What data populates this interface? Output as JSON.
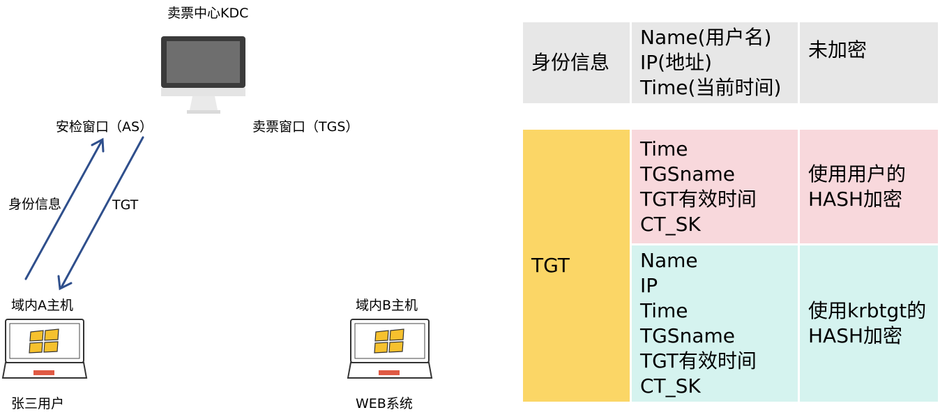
{
  "diagram": {
    "kdc_label": "卖票中心KDC",
    "as_label": "安检窗口（AS）",
    "tgs_label": "卖票窗口（TGS）",
    "arrow_up_label": "身份信息",
    "arrow_down_label": "TGT",
    "host_a_label": "域内A主机",
    "host_a_user": "张三用户",
    "host_b_label": "域内B主机",
    "host_b_system": "WEB系统"
  },
  "table": {
    "identity_row": {
      "header": "身份信息",
      "content": "Name(用户名)\nIP(地址)\nTime(当前时间)",
      "encryption": "未加密"
    },
    "tgt_row": {
      "header": "TGT",
      "part1_content": "Time\nTGSname\nTGT有效时间\nCT_SK",
      "part1_encryption": "使用用户的\nHASH加密",
      "part2_content": "Name\nIP\nTime\nTGSname\nTGT有效时间\nCT_SK",
      "part2_encryption": "使用krbtgt的\nHASH加密"
    }
  },
  "colors": {
    "arrow": "#2f4f8c",
    "gray_cell": "#e7e7e7",
    "tgt_header": "#fbd666",
    "user_hash_cell": "#f8d8dc",
    "krbtgt_hash_cell": "#d5f3ef"
  },
  "icons": {
    "kdc": "monitor-icon",
    "host_a": "laptop-windows-icon",
    "host_b": "laptop-windows-icon"
  }
}
